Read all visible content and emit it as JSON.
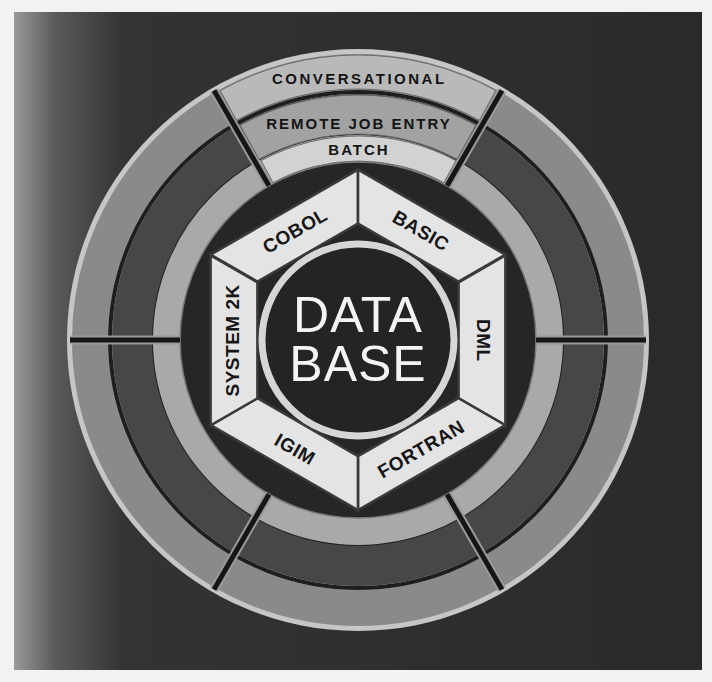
{
  "diagram": {
    "nodes": [
      {
        "text": [
          "CONVERSATIONAL"
        ]
      },
      {
        "text": [
          "REMOTE JOB ENTRY"
        ]
      },
      {
        "text": [
          "BATCH"
        ]
      },
      {
        "text": [
          "COBOL"
        ]
      },
      {
        "text": [
          "BASIC"
        ]
      },
      {
        "text": [
          "DML"
        ]
      },
      {
        "text": [
          "FORTRAN"
        ]
      },
      {
        "text": [
          "IGIM"
        ]
      },
      {
        "text": [
          "SYSTEM 2K"
        ]
      },
      {
        "text": [
          "DATA BASE"
        ]
      }
    ]
  }
}
